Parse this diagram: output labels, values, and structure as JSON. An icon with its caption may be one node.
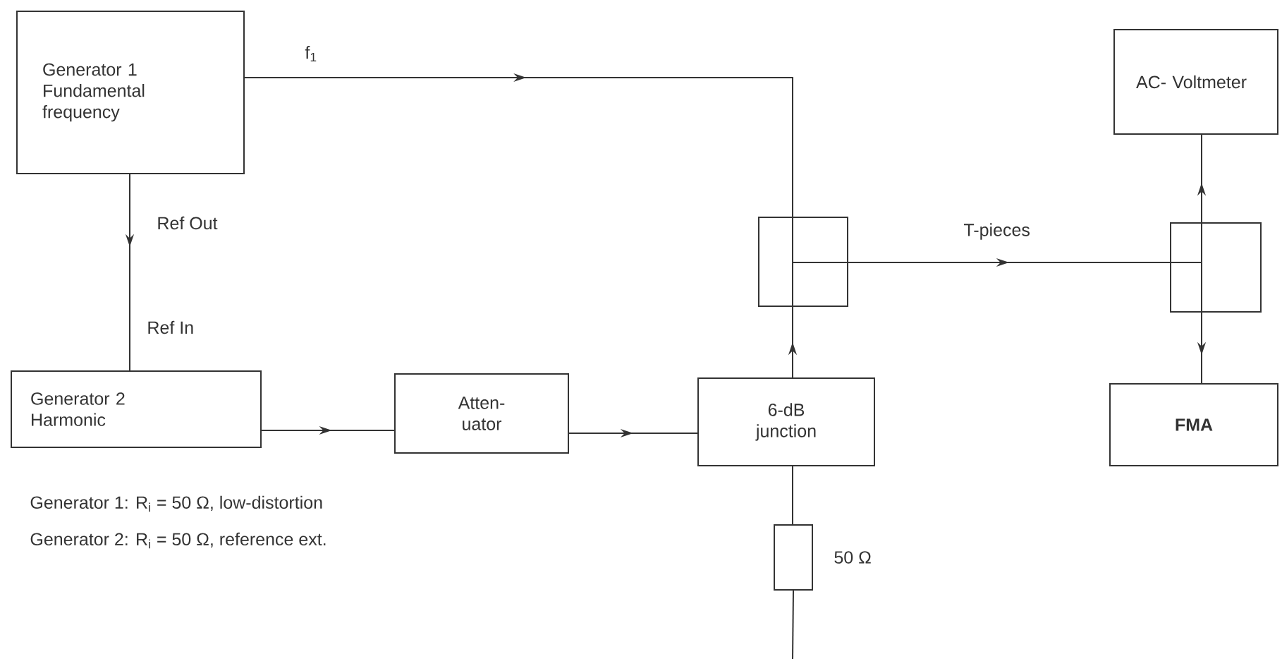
{
  "diagram": {
    "nodes": [
      {
        "text": [
          "Generator 1",
          "Fundamental frequency"
        ]
      },
      {
        "text": [
          "Generator 2",
          "Harmonic"
        ]
      },
      {
        "text": [
          "Atten- uator"
        ]
      },
      {
        "text": [
          "6-dB junction"
        ]
      },
      {
        "text": [],
        "shape": "box"
      },
      {
        "text": [],
        "shape": "box"
      },
      {
        "text": [
          "AC- Voltmeter"
        ]
      },
      {
        "text": [
          "FMA"
        ]
      },
      {
        "text": [],
        "shape": "box",
        "beside": [
          "50 Ω"
        ]
      }
    ],
    "edges": [
      {
        "from": 0,
        "to": 4,
        "arrow": "to",
        "label": "f$_{1}$"
      },
      {
        "from": 0,
        "to": 1,
        "arrow": "to",
        "label": "Ref Out"
      },
      {
        "from": 1,
        "to": 2,
        "arrow": "to"
      },
      {
        "from": 2,
        "to": 3,
        "arrow": "to"
      },
      {
        "from": 3,
        "to": 4,
        "arrow": "to"
      },
      {
        "from": 4,
        "to": 5,
        "arrow": "to",
        "label": "T-pieces"
      },
      {
        "from": 5,
        "to": 6,
        "arrow": "to"
      },
      {
        "from": 5,
        "to": 7,
        "arrow": "to"
      },
      {
        "from": 3,
        "to": 8,
        "arrow": "none"
      }
    ],
    "labels": [
      "Ref In",
      "Generator 1: R$_{i}$ = 50 Ω, low-distortion",
      "Generator 2: R$_{i}$ = 50 Ω, reference ext."
    ]
  }
}
